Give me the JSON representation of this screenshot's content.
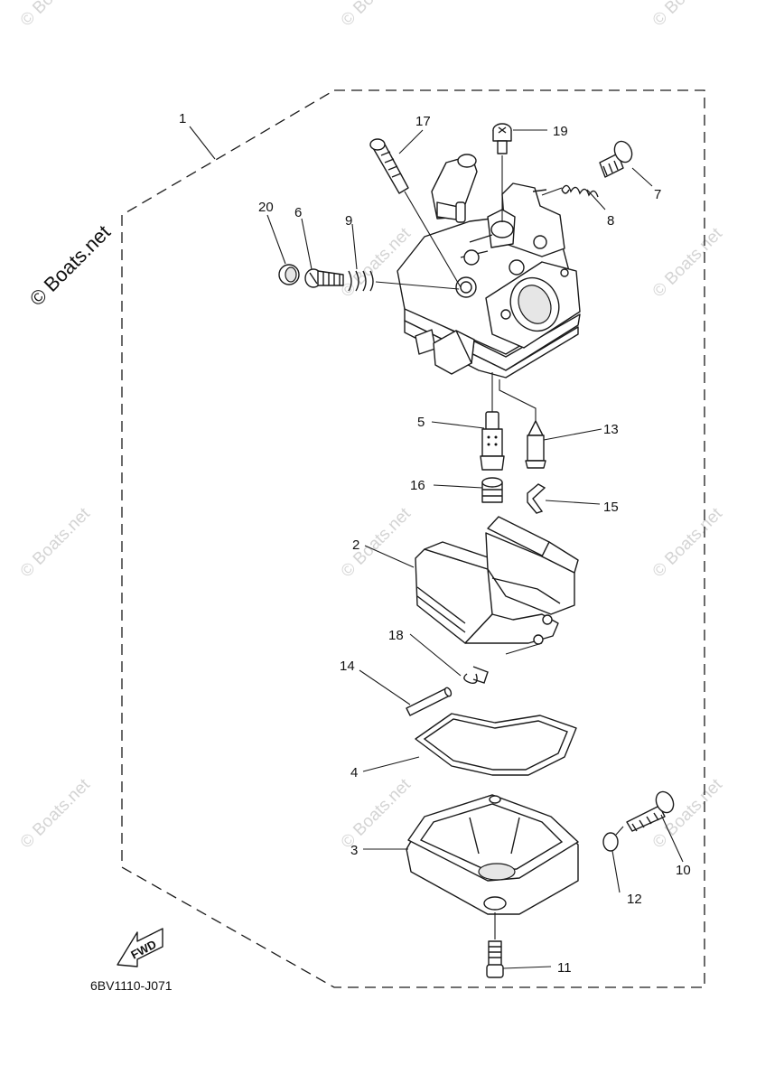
{
  "watermark": {
    "main": "© Boats.net",
    "faint": "© Boats.net"
  },
  "diagram_code": "6BV1110-J071",
  "fwd_label": "FWD",
  "callouts": [
    "1",
    "2",
    "3",
    "4",
    "5",
    "6",
    "7",
    "8",
    "9",
    "10",
    "11",
    "12",
    "13",
    "14",
    "15",
    "16",
    "17",
    "18",
    "19",
    "20"
  ]
}
